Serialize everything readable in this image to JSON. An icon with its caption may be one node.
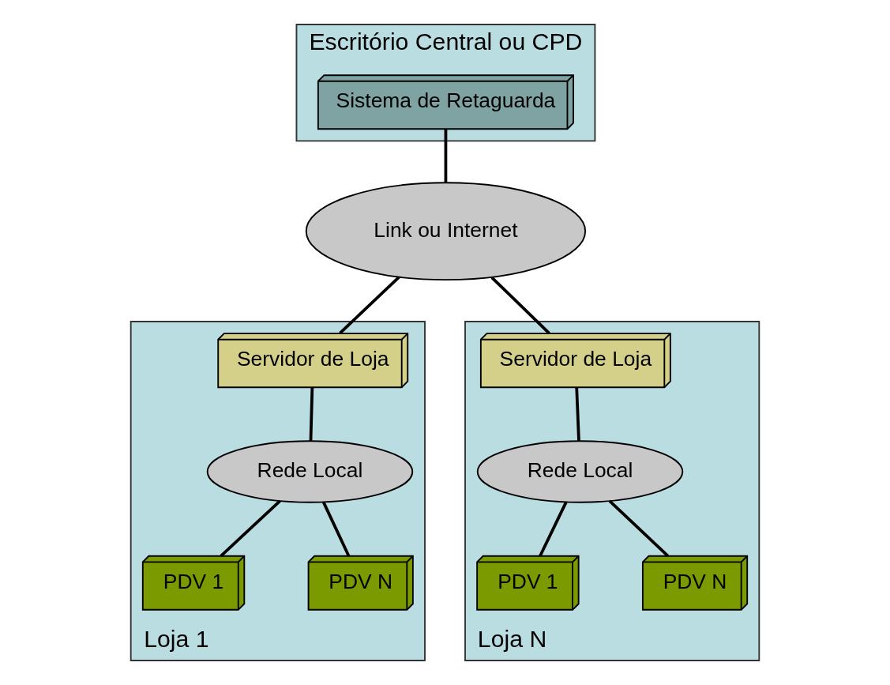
{
  "diagram": {
    "nodes": [
      {
        "text": [
          "Escritório Central ou CPD"
        ]
      },
      {
        "text": [
          "Sistema de Retaguarda"
        ],
        "in": 0
      },
      {
        "text": [
          "Link ou Internet"
        ]
      },
      {
        "text": [
          "Loja 1"
        ]
      },
      {
        "text": [
          "Servidor de Loja"
        ],
        "in": 3
      },
      {
        "text": [
          "Rede Local"
        ],
        "in": 3
      },
      {
        "text": [
          "PDV 1"
        ],
        "in": 3
      },
      {
        "text": [
          "PDV N"
        ],
        "in": 3
      },
      {
        "text": [
          "Loja N"
        ]
      },
      {
        "text": [
          "Servidor de Loja"
        ],
        "in": 8
      },
      {
        "text": [
          "Rede Local"
        ],
        "in": 8
      },
      {
        "text": [
          "PDV 1"
        ],
        "in": 8
      },
      {
        "text": [
          "PDV N"
        ],
        "in": 8
      }
    ],
    "edges": [
      {
        "from": 1,
        "to": 2,
        "arrow": "none"
      },
      {
        "from": 2,
        "to": 4,
        "arrow": "none"
      },
      {
        "from": 4,
        "to": 5,
        "arrow": "none"
      },
      {
        "from": 5,
        "to": 6,
        "arrow": "none"
      },
      {
        "from": 5,
        "to": 7,
        "arrow": "none"
      },
      {
        "from": 2,
        "to": 9,
        "arrow": "none"
      },
      {
        "from": 9,
        "to": 10,
        "arrow": "none"
      },
      {
        "from": 10,
        "to": 11,
        "arrow": "none"
      },
      {
        "from": 10,
        "to": 12,
        "arrow": "none"
      }
    ]
  }
}
